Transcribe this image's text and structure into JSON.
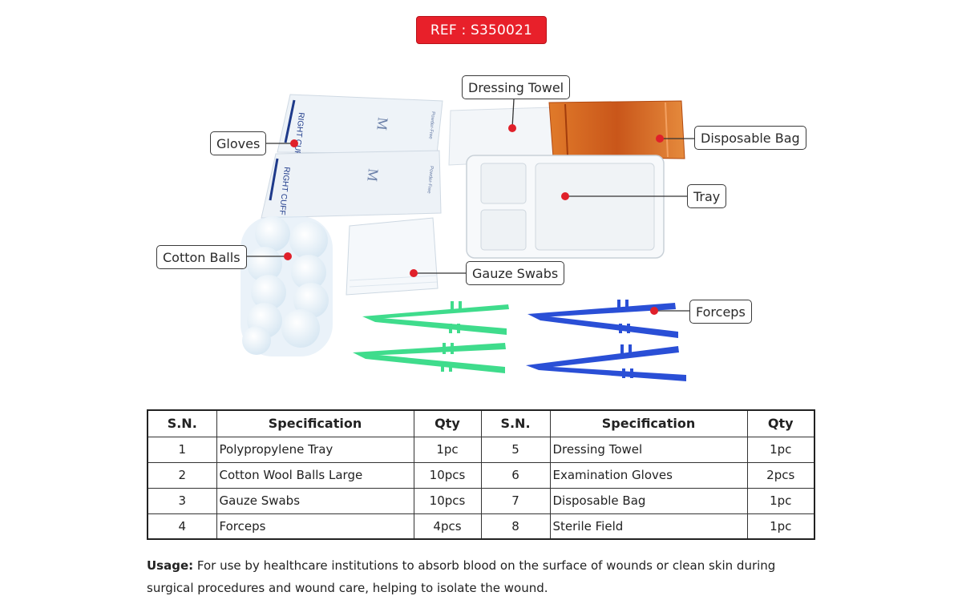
{
  "ref_label": "REF : S350021",
  "photo_labels": {
    "glove_cuff": "RIGHT CUFF",
    "glove_size": "M",
    "glove_side": "Powder-Free"
  },
  "callouts": {
    "dressing_towel": "Dressing Towel",
    "disposable_bag": "Disposable Bag",
    "gloves": "Gloves",
    "tray": "Tray",
    "cotton_balls": "Cotton Balls",
    "gauze_swabs": "Gauze Swabs",
    "forceps": "Forceps"
  },
  "colors": {
    "badge": "#e8202a",
    "marker": "#e0202a",
    "forceps_green": "#3fdc8c",
    "forceps_blue": "#2a4fd6",
    "bag_orange": "#d9661a"
  },
  "table": {
    "headers": [
      "S.N.",
      "Specification",
      "Qty",
      "S.N.",
      "Specification",
      "Qty"
    ],
    "rows": [
      [
        "1",
        "Polypropylene Tray",
        "1pc",
        "5",
        "Dressing Towel",
        "1pc"
      ],
      [
        "2",
        "Cotton Wool Balls Large",
        "10pcs",
        "6",
        "Examination Gloves",
        "2pcs"
      ],
      [
        "3",
        "Gauze Swabs",
        "10pcs",
        "7",
        "Disposable Bag",
        "1pc"
      ],
      [
        "4",
        "Forceps",
        "4pcs",
        "8",
        "Sterile Field",
        "1pc"
      ]
    ]
  },
  "usage": {
    "label": "Usage:",
    "text": " For use by healthcare institutions to absorb blood on the surface of wounds or clean skin during surgical procedures and wound care, helping to isolate the wound."
  }
}
